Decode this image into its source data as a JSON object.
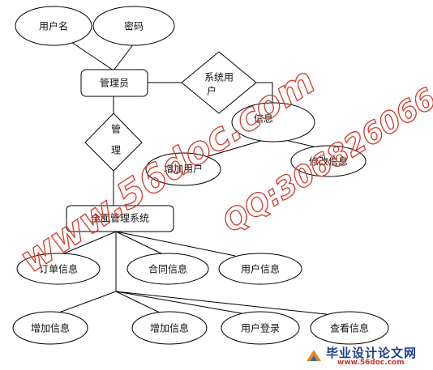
{
  "diagram": {
    "nodes": {
      "username": "用户名",
      "password": "密码",
      "admin": "管理员",
      "sysuser_line1": "系统用",
      "sysuser_line2": "户",
      "manage_line1": "管",
      "manage_line2": "理",
      "info": "信息",
      "add_user": "增加用户",
      "modify": "修改信息",
      "system": "全面管理系统",
      "order_info": "订单信息",
      "contract_info": "合同信息",
      "user_info": "用户信息",
      "add_info_1": "增加信息",
      "add_info_2": "增加信息",
      "user_login": "用户登录",
      "view_info": "查看信息"
    }
  },
  "watermark": {
    "site": "www.56doc.com",
    "qq": "QQ:306826066",
    "badge_title": "毕业设计论文网",
    "badge_url": "www.56doc.com"
  },
  "colors": {
    "line": "#000000",
    "watermark": "#d23a2a",
    "badge_title": "#1d3f8f"
  }
}
